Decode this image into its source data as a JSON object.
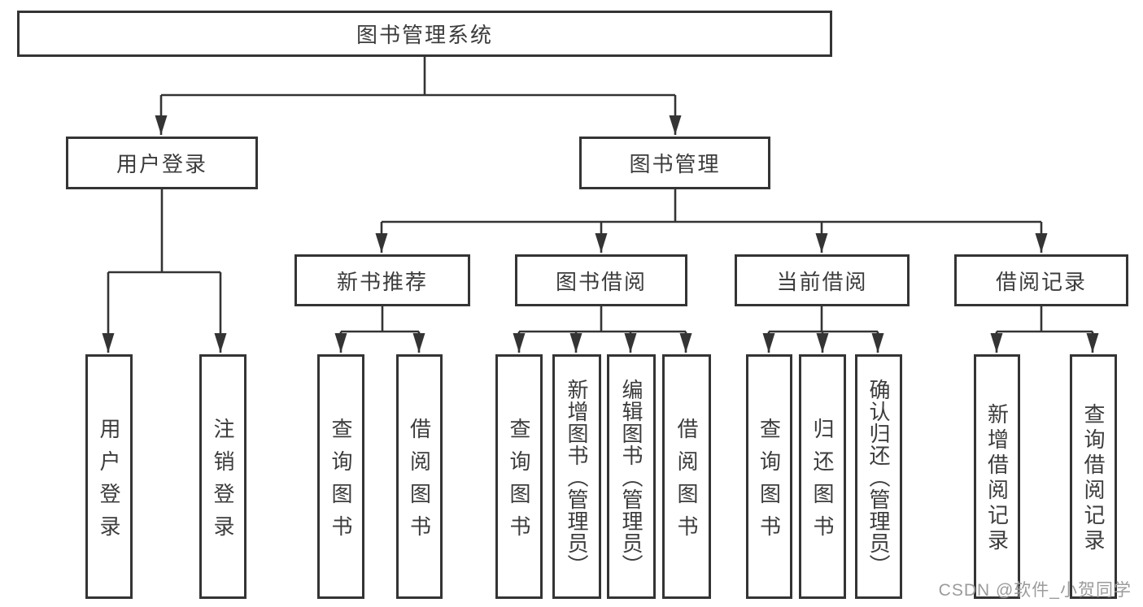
{
  "diagram": {
    "colors": {
      "line": "#343434",
      "text": "#3c3c3c",
      "box_background": "#ffffff"
    },
    "tree": {
      "label": "图书管理系统",
      "children": [
        {
          "label": "用户登录",
          "children": [
            {
              "label": "用户登录"
            },
            {
              "label": "注销登录"
            }
          ]
        },
        {
          "label": "图书管理",
          "children": [
            {
              "label": "新书推荐",
              "children": [
                {
                  "label": "查询图书"
                },
                {
                  "label": "借阅图书"
                }
              ]
            },
            {
              "label": "图书借阅",
              "children": [
                {
                  "label": "查询图书"
                },
                {
                  "label": "新增图书（管理员）"
                },
                {
                  "label": "编辑图书（管理员）"
                },
                {
                  "label": "借阅图书"
                }
              ]
            },
            {
              "label": "当前借阅",
              "children": [
                {
                  "label": "查询图书"
                },
                {
                  "label": "归还图书"
                },
                {
                  "label": "确认归还（管理员）"
                }
              ]
            },
            {
              "label": "借阅记录",
              "children": [
                {
                  "label": "新增借阅记录"
                },
                {
                  "label": "查询借阅记录"
                }
              ]
            }
          ]
        }
      ]
    }
  },
  "watermark": {
    "text": "CSDN @软件_小贺同学",
    "color": "#9b9b9b"
  }
}
